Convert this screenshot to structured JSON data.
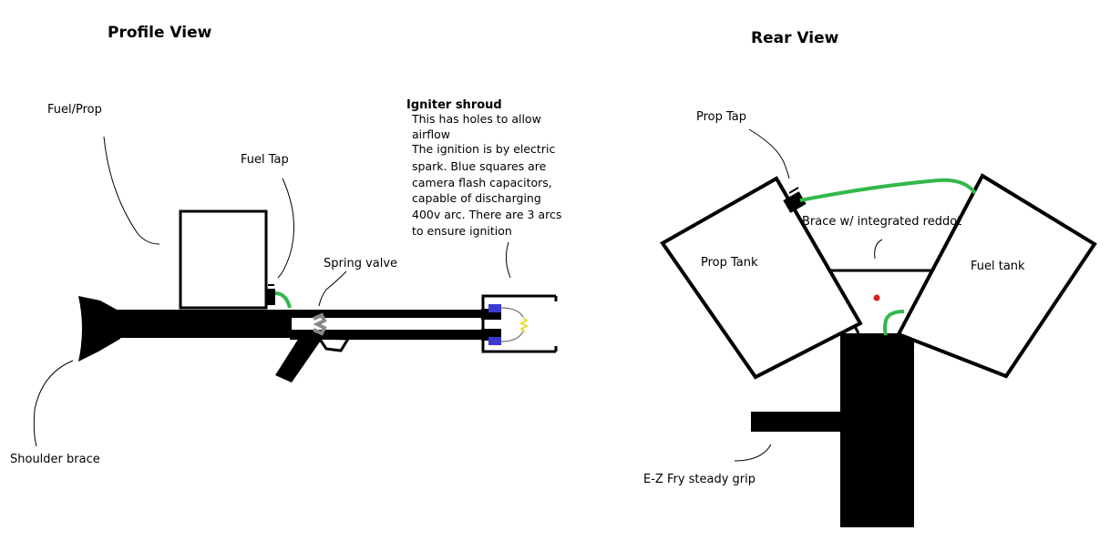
{
  "profile": {
    "title": "Profile View",
    "labels": {
      "fuel_prop": "Fuel/Prop",
      "fuel_tap": "Fuel Tap",
      "spring_valve": "Spring valve",
      "shoulder_brace": "Shoulder brace"
    },
    "igniter": {
      "title": "Igniter shroud",
      "lines": [
        "This has holes to allow",
        "airflow",
        "The ignition is by electric",
        "spark. Blue squares are",
        "camera flash capacitors,",
        "capable of discharging",
        "400v arc. There are 3 arcs",
        "to ensure ignition"
      ]
    }
  },
  "rear": {
    "title": "Rear View",
    "labels": {
      "prop_tap": "Prop Tap",
      "brace": "Brace w/ integrated reddot",
      "prop_tank": "Prop Tank",
      "fuel_tank": "Fuel tank",
      "grip": "E-Z Fry steady grip"
    }
  },
  "colors": {
    "hose": "#33b84a",
    "capacitor": "#3a3ad0",
    "spark": "#e6d400",
    "reddot": "#dd2020",
    "valve": "#888888",
    "ink": "#000000"
  }
}
